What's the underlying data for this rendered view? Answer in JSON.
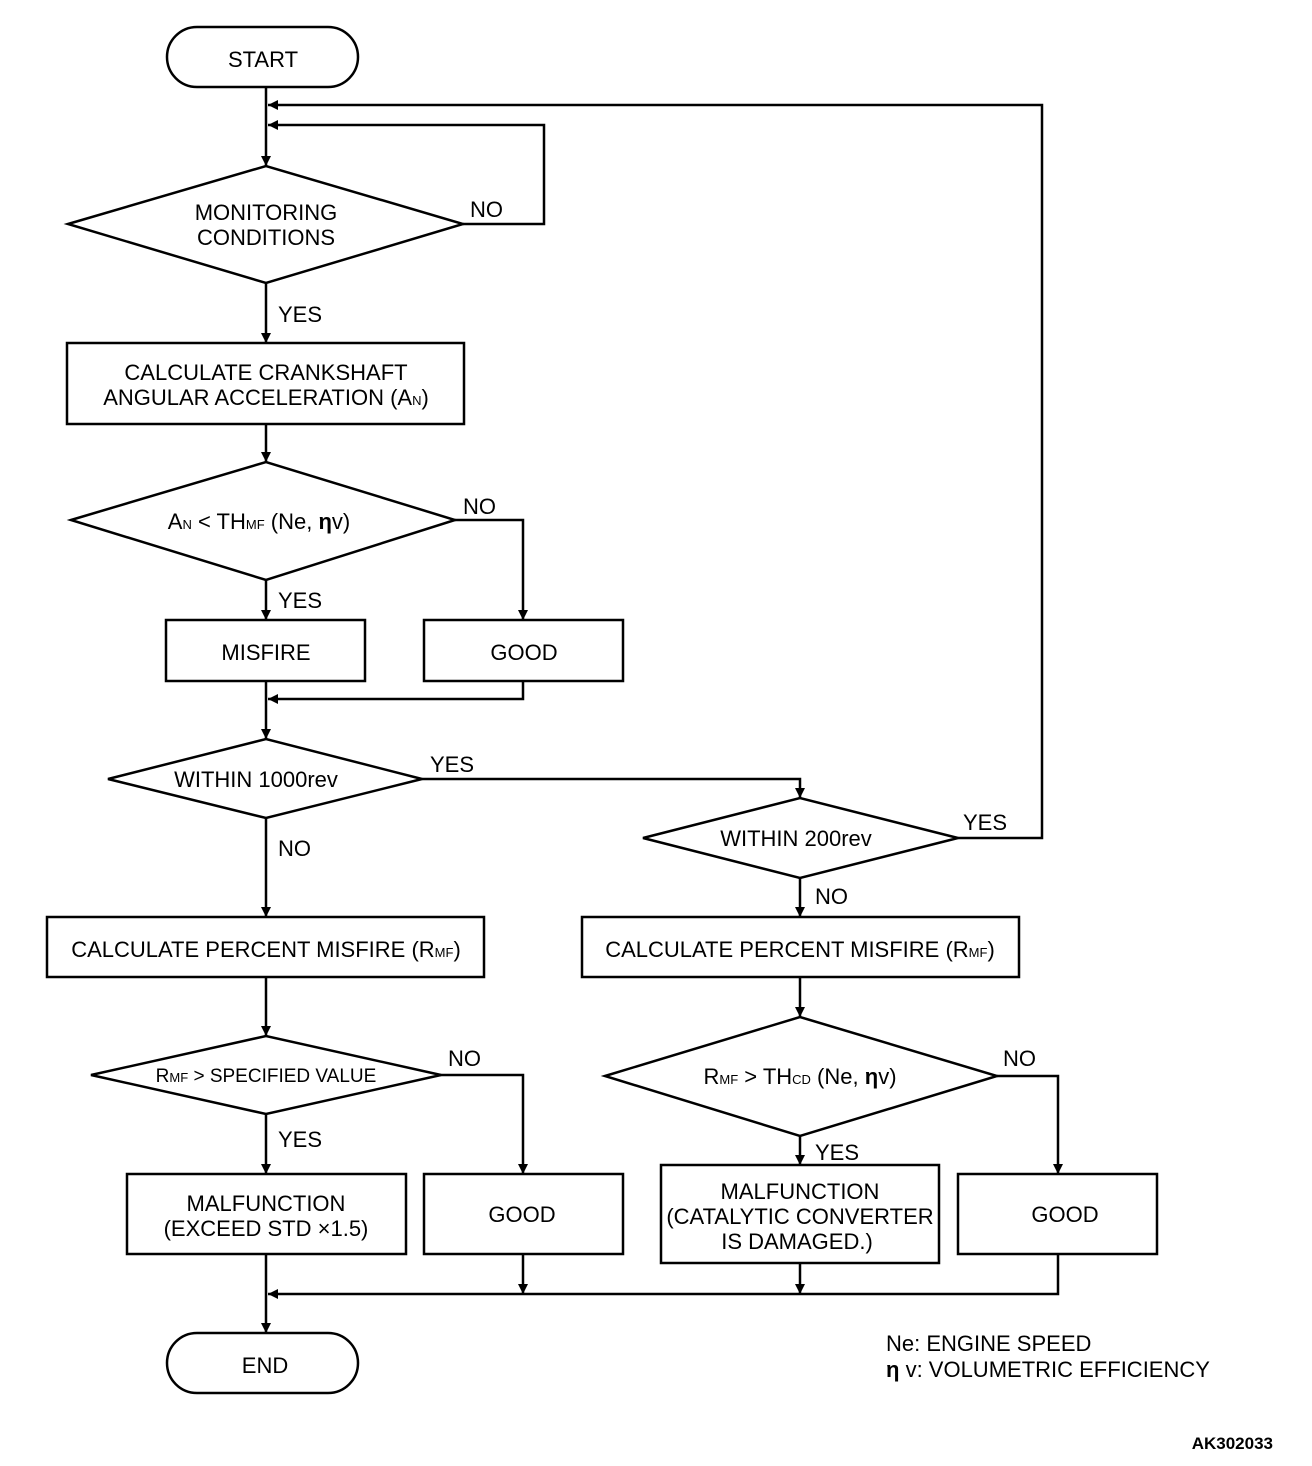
{
  "nodes": {
    "start": "START",
    "monitoring": {
      "line1": "MONITORING",
      "line2": "CONDITIONS"
    },
    "calc_accel": {
      "line1": "CALCULATE CRANKSHAFT",
      "line2": "ANGULAR ACCELERATION (A",
      "sub": "N",
      "close": ")"
    },
    "cond_accel": {
      "a": "A",
      "a_sub": "N",
      "lt": " < TH",
      "th_sub": "MF",
      "args": " (Ne, ",
      "eta": "η",
      "v": "v)"
    },
    "misfire": "MISFIRE",
    "good1": "GOOD",
    "within1000": "WITHIN 1000rev",
    "within200": "WITHIN 200rev",
    "calc_pct_left": {
      "text": "CALCULATE PERCENT MISFIRE (R",
      "sub": "MF",
      "close": ")"
    },
    "calc_pct_right": {
      "text": "CALCULATE PERCENT MISFIRE (R",
      "sub": "MF",
      "close": ")"
    },
    "cond_spec": {
      "r": "R",
      "r_sub": "MF",
      "rest": " > SPECIFIED VALUE"
    },
    "cond_thcd": {
      "r": "R",
      "r_sub": "MF",
      "gt": " > TH",
      "th_sub": "CD",
      "args": " (Ne, ",
      "eta": "η",
      "v": "v)"
    },
    "malf_left": {
      "line1": "MALFUNCTION",
      "line2": "(EXCEED STD  ×1.5)"
    },
    "good2": "GOOD",
    "malf_right": {
      "line1": "MALFUNCTION",
      "line2": "(CATALYTIC CONVERTER",
      "line3": "IS DAMAGED.)"
    },
    "good3": "GOOD",
    "end": "END"
  },
  "edge_labels": {
    "yes": "YES",
    "no": "NO"
  },
  "legend": {
    "line1": "Ne: ENGINE SPEED",
    "line2_eta": "η",
    "line2_rest": " v: VOLUMETRIC EFFICIENCY"
  },
  "figure_id": "AK302033"
}
